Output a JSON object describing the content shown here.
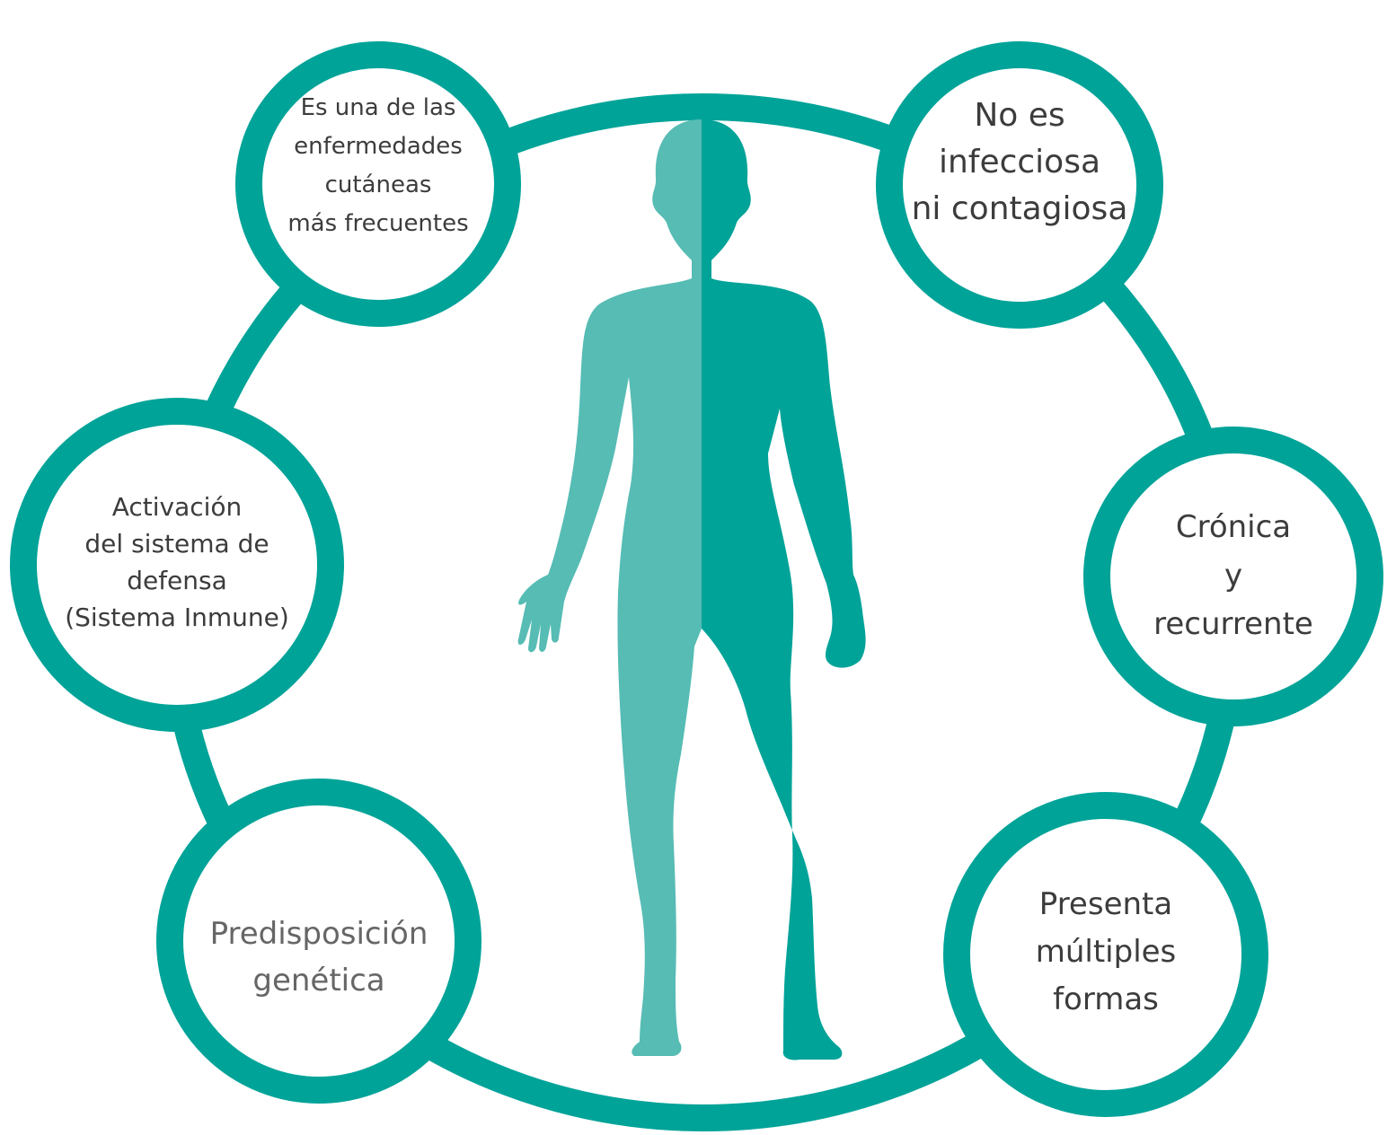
{
  "colors": {
    "teal": "#00A398",
    "teal_light": "#56BCB4",
    "text_dark": "#3C3C3C",
    "text_gray": "#666666",
    "background": "#FFFFFF"
  },
  "nodes": [
    {
      "id": "frequent",
      "lines": [
        "Es una de las",
        "enfermedades",
        "cutáneas",
        "más frecuentes"
      ]
    },
    {
      "id": "not-infectious",
      "lines": [
        "No es",
        "infecciosa",
        "ni contagiosa"
      ]
    },
    {
      "id": "immune",
      "lines": [
        "Activación",
        "del sistema de",
        "defensa",
        "(Sistema Inmune)"
      ]
    },
    {
      "id": "chronic",
      "lines": [
        "Crónica",
        "y",
        "recurrente"
      ]
    },
    {
      "id": "genetic",
      "lines": [
        "Predisposición",
        "genética"
      ]
    },
    {
      "id": "forms",
      "lines": [
        "Presenta",
        "múltiples",
        "formas"
      ]
    }
  ],
  "figure": {
    "icon": "human-body-silhouette-icon"
  }
}
